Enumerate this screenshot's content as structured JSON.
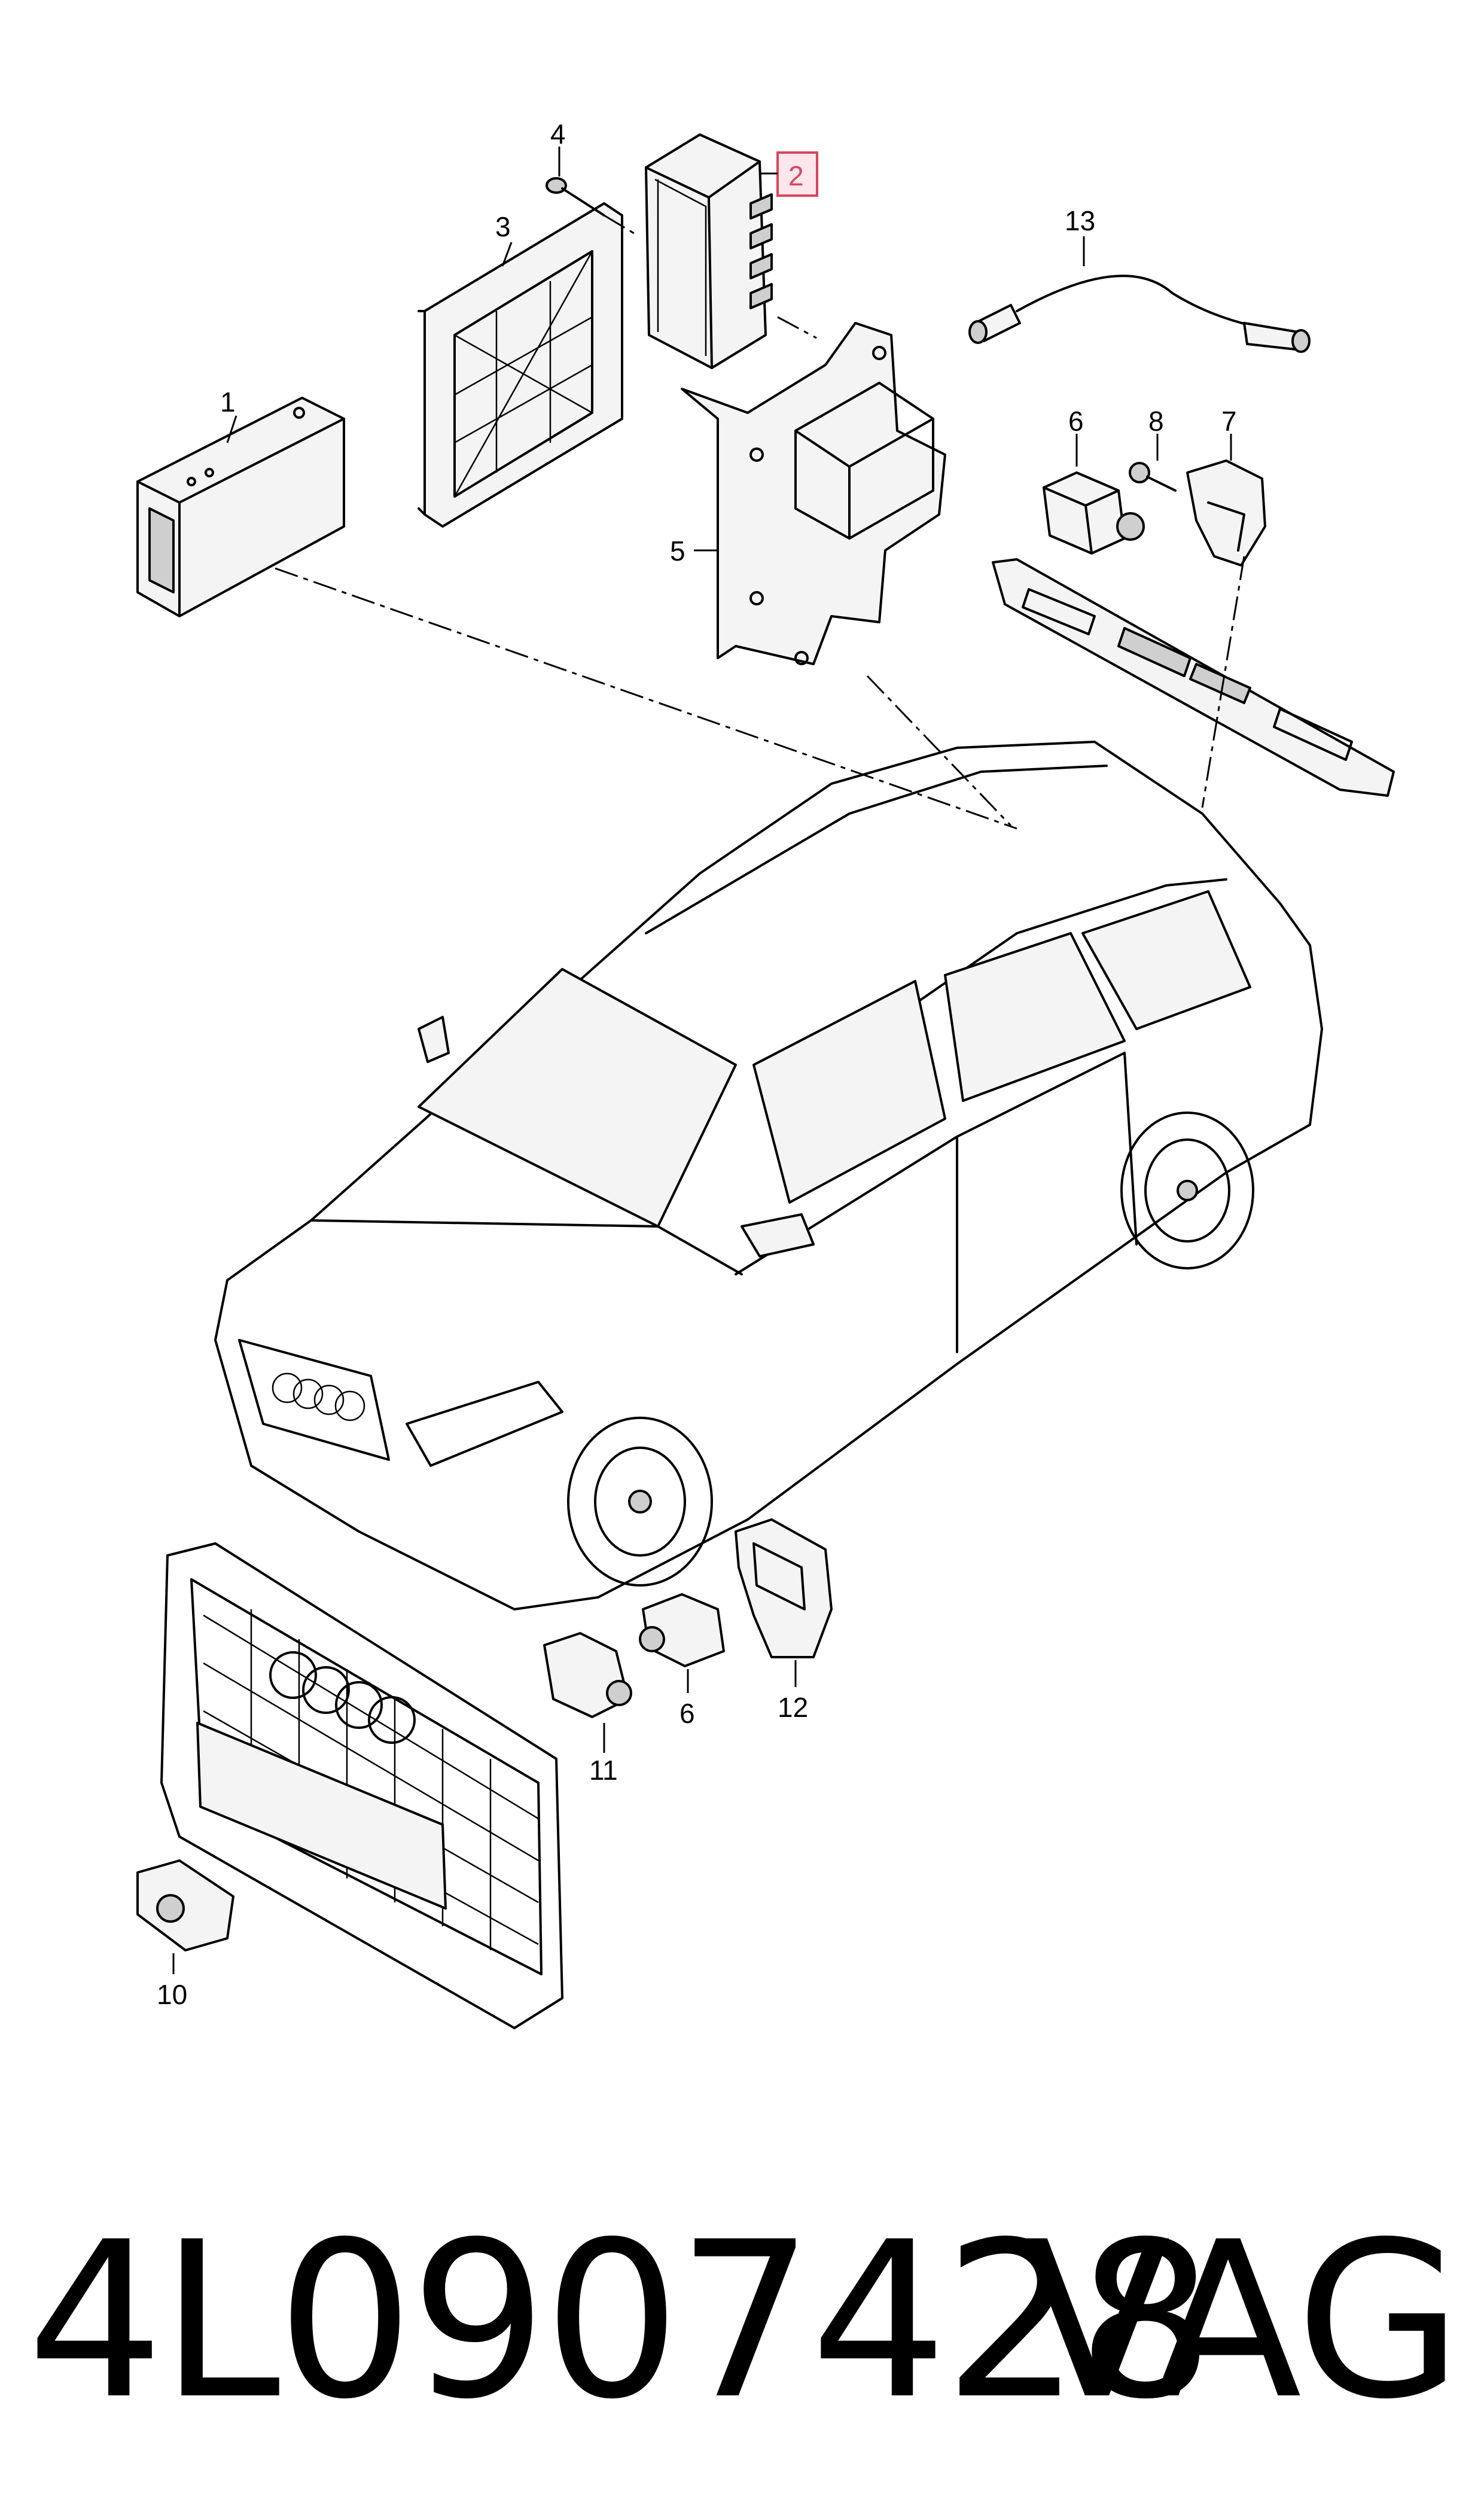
{
  "diagram": {
    "callouts": {
      "p1": "1",
      "p2": "2",
      "p3": "3",
      "p4": "4",
      "p5": "5",
      "p6a": "6",
      "p6b": "6",
      "p7": "7",
      "p8": "8",
      "p10": "10",
      "p11": "11",
      "p12": "12",
      "p13": "13"
    },
    "highlighted_part": "2",
    "highlight_color": "#d8455f"
  },
  "footer": {
    "part_number": "4L0907428",
    "brand": "VAG"
  }
}
